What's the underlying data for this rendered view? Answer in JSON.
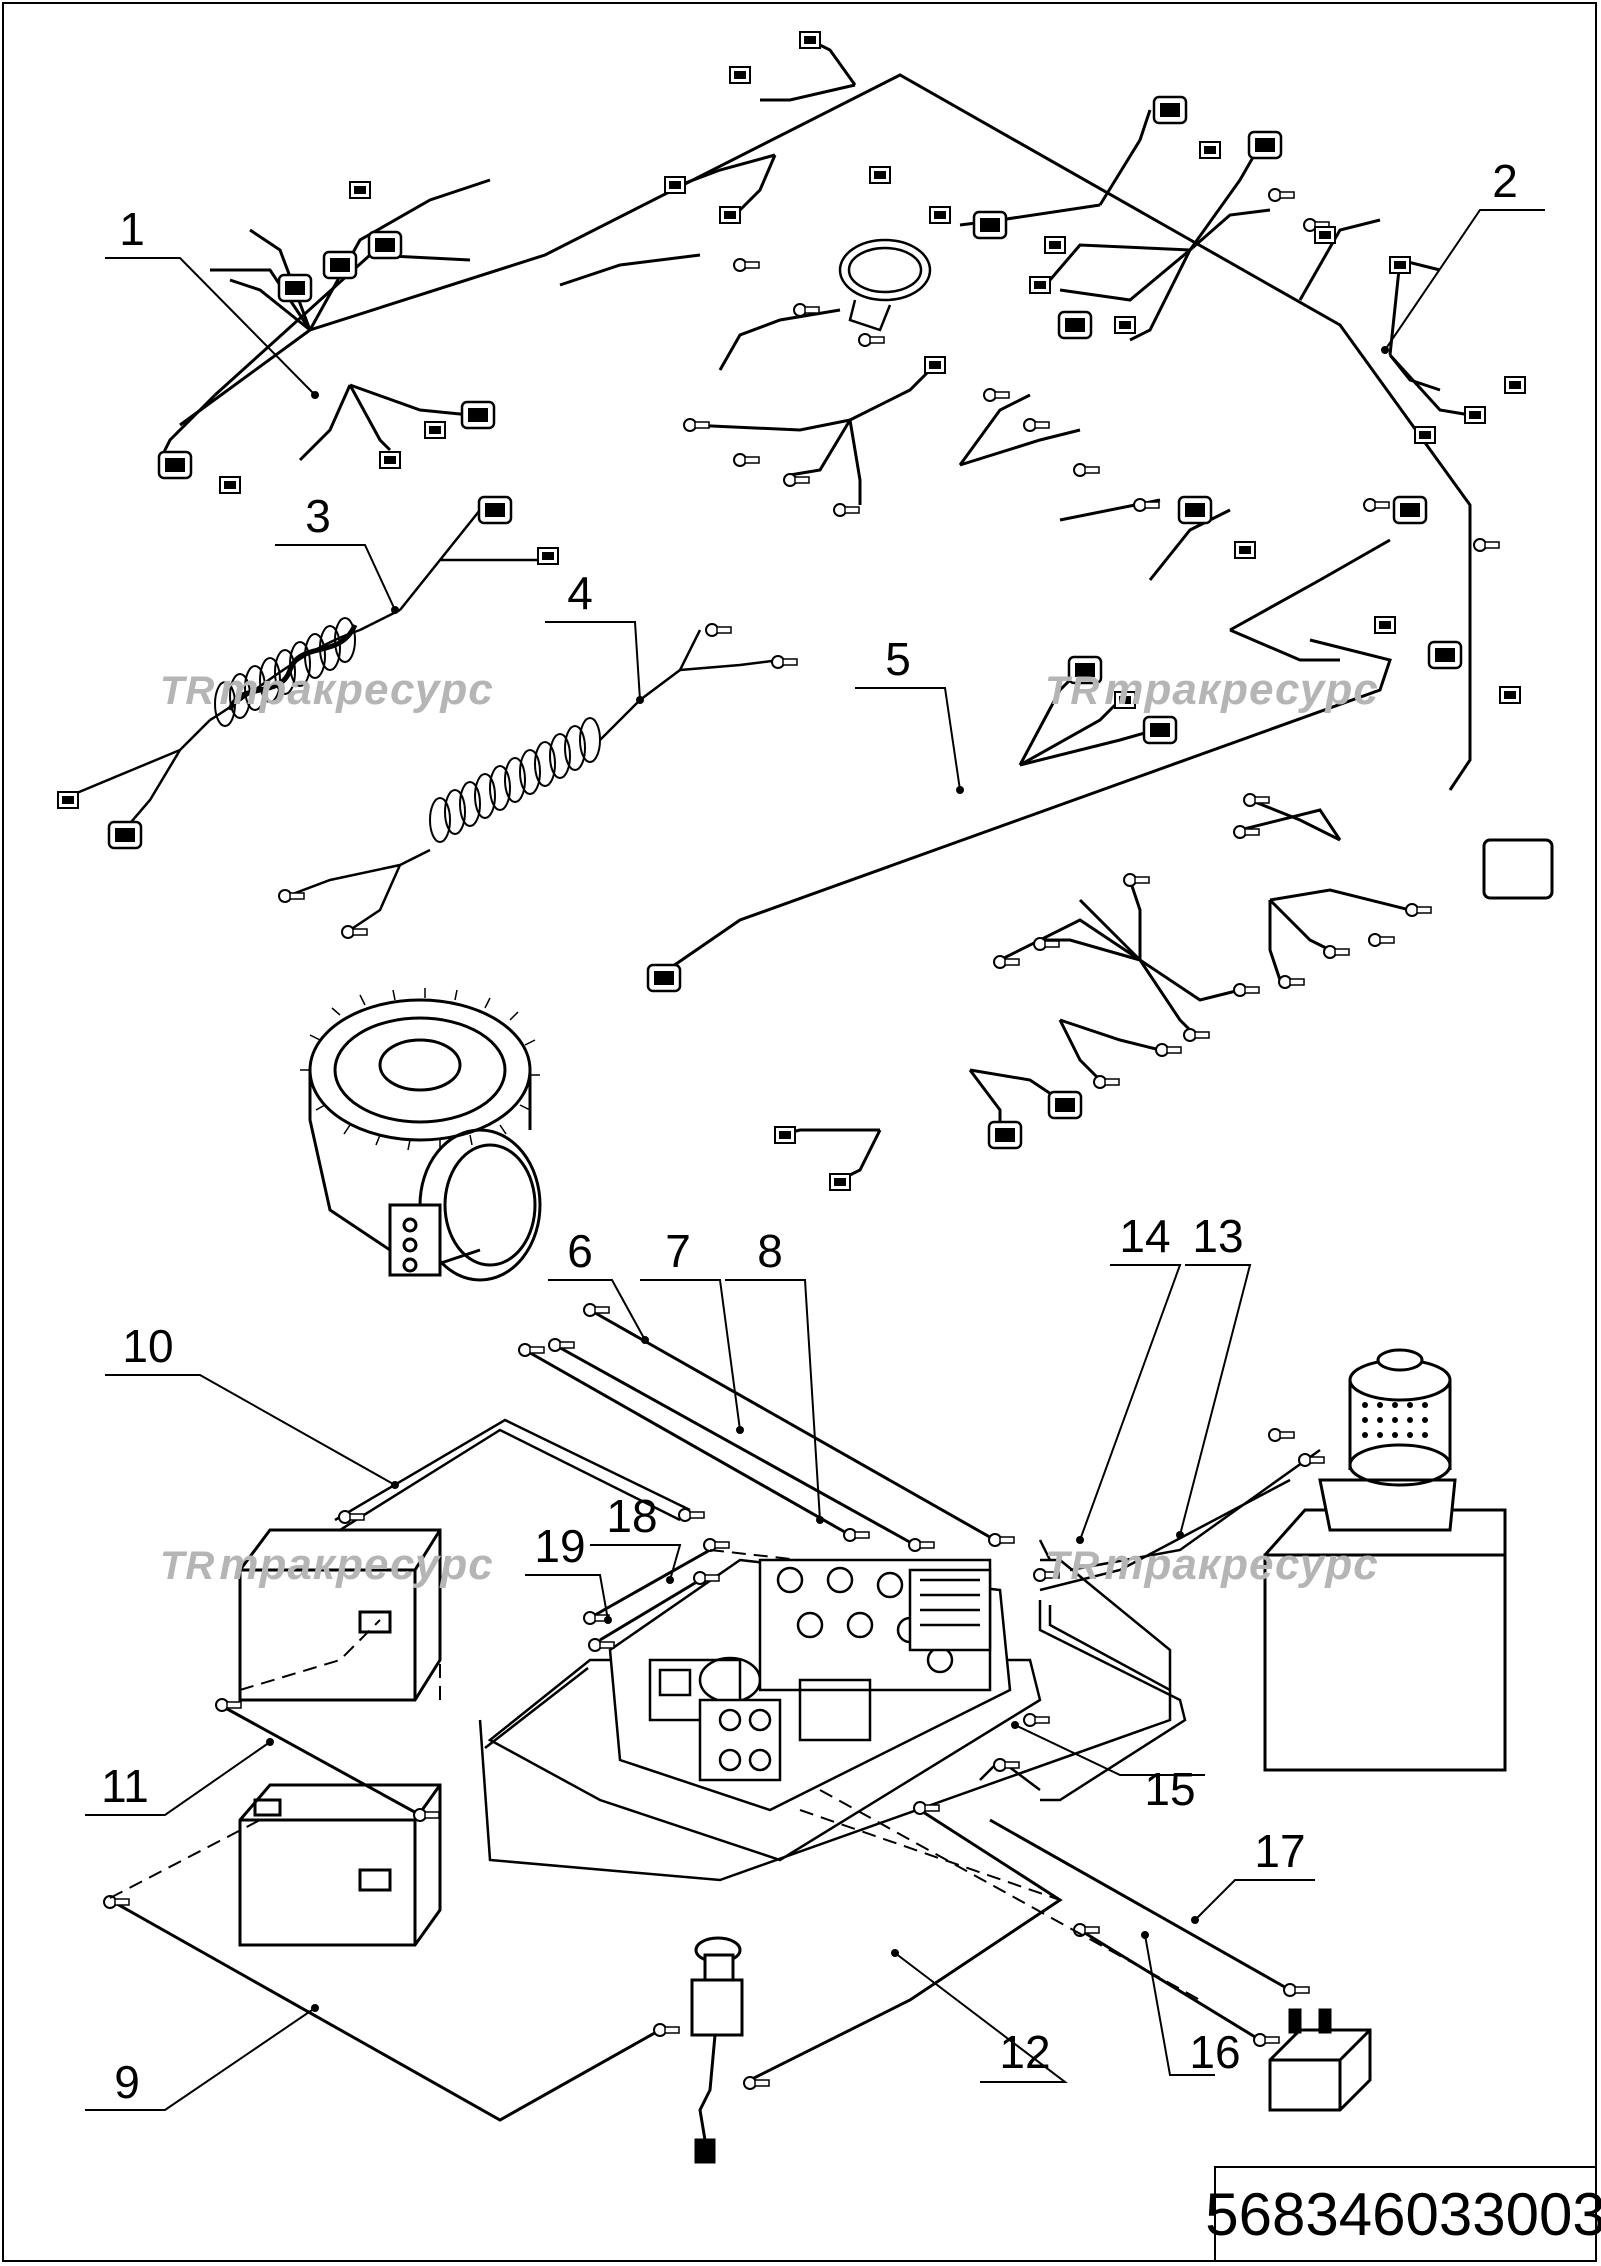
{
  "callouts": [
    "1",
    "2",
    "3",
    "4",
    "5",
    "6",
    "7",
    "8",
    "9",
    "10",
    "11",
    "12",
    "13",
    "14",
    "15",
    "16",
    "17",
    "18",
    "19"
  ],
  "watermarks": [
    {
      "logo": "TR",
      "text": "тракресурс"
    },
    {
      "logo": "TR",
      "text": "тракресурс"
    },
    {
      "logo": "TR",
      "text": "тракресурс"
    },
    {
      "logo": "TR",
      "text": "тракресурс"
    }
  ],
  "document_code": "568346033003",
  "colors": {
    "line": "#000000",
    "watermark": "#b5b5b5",
    "background": "#ffffff"
  }
}
